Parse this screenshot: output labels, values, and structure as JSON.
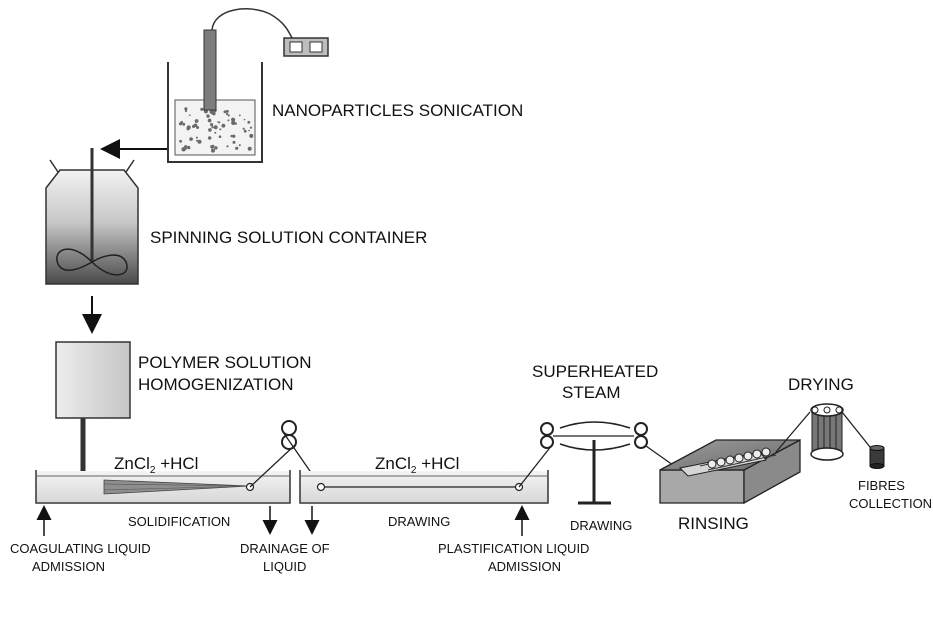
{
  "labels": {
    "nanoparticles_sonication": "NANOPARTICLES SONICATION",
    "spinning_solution_container": "SPINNING  SOLUTION CONTAINER",
    "polymer_line1": "POLYMER SOLUTION",
    "polymer_line2": "HOMOGENIZATION",
    "bath1_chem_main": "ZnCl",
    "bath1_chem_sub": "2",
    "bath1_chem_rest": " +HCl",
    "bath2_chem_main": "ZnCl",
    "bath2_chem_sub": "2",
    "bath2_chem_rest": " +HCl",
    "superheated": "SUPERHEATED",
    "steam": "STEAM",
    "drying": "DRYING",
    "solidification": "SOLIDIFICATION",
    "coag_line1": "COAGULATING LIQUID",
    "coag_line2": "ADMISSION",
    "drainage_line1": "DRAINAGE OF",
    "drainage_line2": "LIQUID",
    "drawing_bath": "DRAWING",
    "plast_line1": "PLASTIFICATION LIQUID",
    "plast_line2": "ADMISSION",
    "drawing_steam": "DRAWING",
    "rinsing": "RINSING",
    "fibres_line1": "FIBRES",
    "fibres_line2": "COLLECTION"
  },
  "colors": {
    "line": "#222222",
    "fill_light": "#e6e6e6",
    "fill_mid": "#9a9a9a",
    "fill_dark": "#444444"
  }
}
